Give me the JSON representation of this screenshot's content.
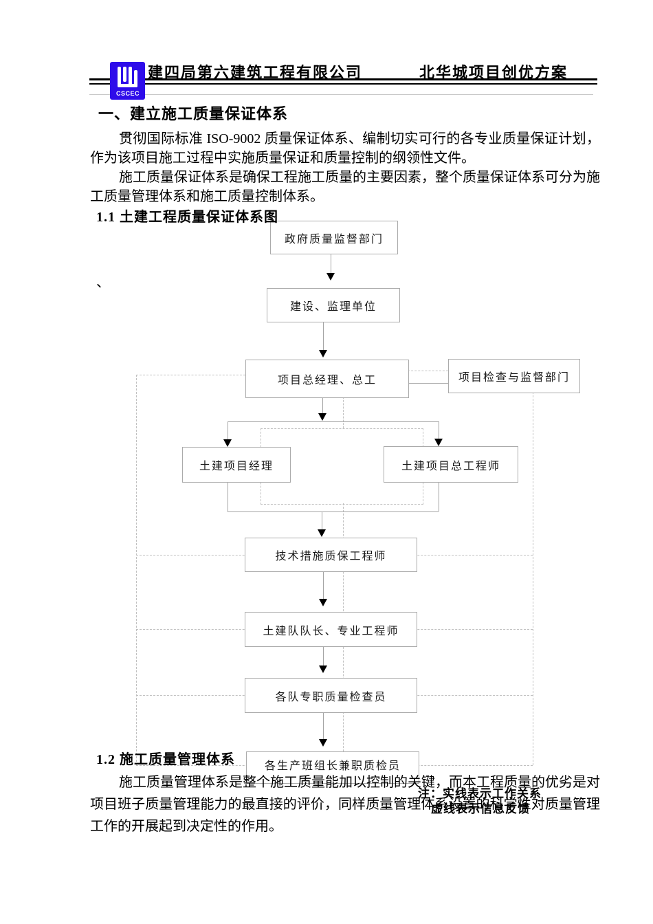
{
  "header": {
    "company": "建四局第六建筑工程有限公司",
    "project": "北华城项目创优方案",
    "logo_text": "CSCEC",
    "logo_color": "#2e0cea"
  },
  "document": {
    "title": "一、建立施工质量保证体系",
    "paragraph1": "贯彻国际标准 ISO-9002 质量保证体系、编制切实可行的各专业质量保证计划，作为该项目施工过程中实施质量保证和质量控制的纲领性文件。",
    "paragraph2": "施工质量保证体系是确保工程施工质量的主要因素，整个质量保证体系可分为施工质量管理体系和施工质量控制体系。",
    "heading_1_1": "1.1 土建工程质量保证体系图",
    "stray_mark": "、",
    "heading_1_2": "1.2 施工质量管理体系",
    "paragraph3": "施工质量管理体系是整个施工质量能加以控制的关键，而本工程质量的优劣是对项目班子质量管理能力的最直接的评价，同样质量管理体系设置的科学性对质量管理工作的开展起到决定性的作用。"
  },
  "flowchart": {
    "nodes": [
      {
        "label": "政府质量监督部门"
      },
      {
        "label": "建设、监理单位"
      },
      {
        "label": "项目总经理、总工"
      },
      {
        "label": "项目检查与监督部门"
      },
      {
        "label": "土建项目经理"
      },
      {
        "label": "土建项目总工程师"
      },
      {
        "label": "技术措施质保工程师"
      },
      {
        "label": "土建队队长、专业工程师"
      },
      {
        "label": "各队专职质量检查员"
      },
      {
        "label": "各生产班组长兼职质检员"
      }
    ],
    "note_line1": "注：实线表示工作关系",
    "note_line2": "虚线表示信息反馈"
  }
}
